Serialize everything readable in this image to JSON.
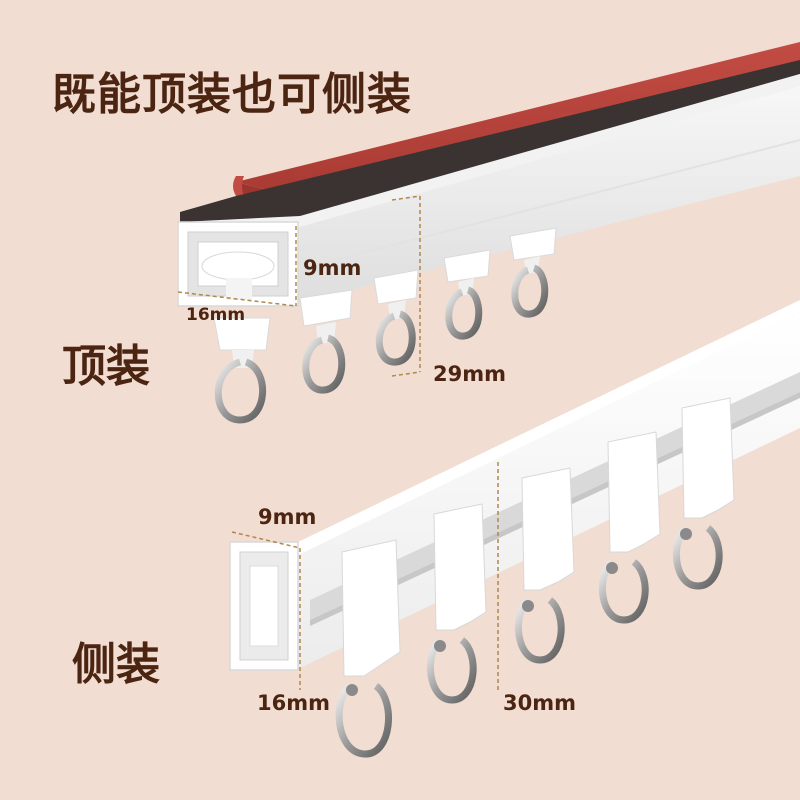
{
  "headline": "既能顶装也可侧装",
  "mounting_modes": {
    "top": {
      "label": "顶装",
      "height": "9mm",
      "width": "16mm",
      "hook_spacing": "29mm"
    },
    "side": {
      "label": "侧装",
      "height": "9mm",
      "width": "16mm",
      "hook_spacing": "30mm"
    }
  },
  "colors": {
    "background": "#f1ddd1",
    "text": "#4b2512",
    "rail": "#ffffff",
    "adhesive_tape": "#b7423a",
    "dimension_line": "#b0884a"
  }
}
